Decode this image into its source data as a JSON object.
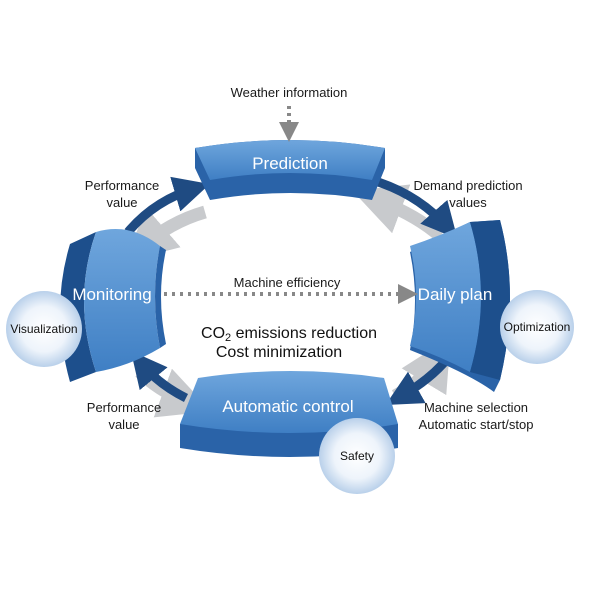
{
  "diagram": {
    "segments": {
      "prediction": "Prediction",
      "daily_plan": "Daily plan",
      "automatic_control": "Automatic control",
      "monitoring": "Monitoring"
    },
    "annotations": {
      "weather_information": "Weather information",
      "demand_prediction_line1": "Demand prediction",
      "demand_prediction_line2": "values",
      "performance_top_line1": "Performance",
      "performance_top_line2": "value",
      "performance_bottom_line1": "Performance",
      "performance_bottom_line2": "value",
      "machine_selection": "Machine selection",
      "automatic_start_stop": "Automatic start/stop",
      "machine_efficiency": "Machine efficiency"
    },
    "center": {
      "line1_prefix": "CO",
      "line1_subscript": "2",
      "line1_suffix": " emissions reduction",
      "line2": "Cost minimization"
    },
    "bubbles": {
      "visualization": "Visualization",
      "optimization": "Optimization",
      "safety": "Safety"
    },
    "colors": {
      "segment_top": "#4f8fd1",
      "segment_side": "#2a63a8",
      "segment_dark": "#1d4f8c",
      "arrow_navy": "#1f4b82",
      "arrow_gray": "#c8cacd",
      "dotted": "#888888"
    }
  }
}
